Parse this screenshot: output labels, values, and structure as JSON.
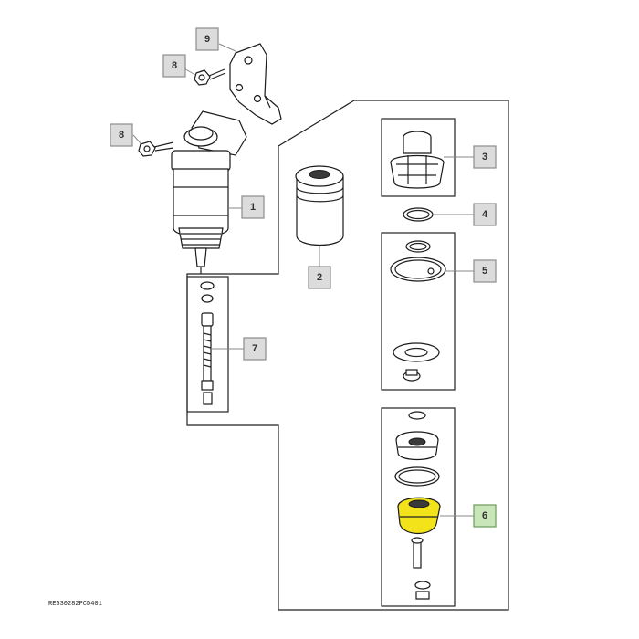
{
  "callouts": {
    "c1": "1",
    "c2": "2",
    "c3": "3",
    "c4": "4",
    "c5": "5",
    "c6": "6",
    "c7": "7",
    "c8a": "8",
    "c8b": "8",
    "c9": "9"
  },
  "reference_code": "RE530282PCD401",
  "colors": {
    "highlight_part": "#f2e31b",
    "highlight_callout": "#c8e6b8"
  }
}
